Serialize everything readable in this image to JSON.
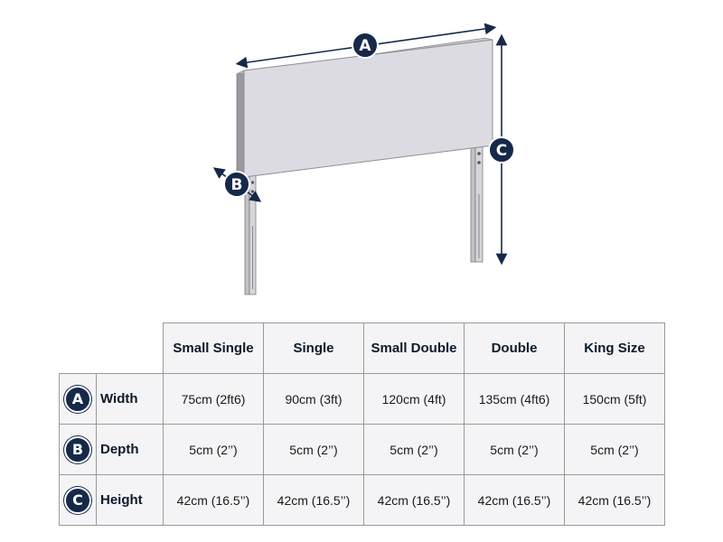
{
  "diagram": {
    "labels": {
      "a": "A",
      "b": "B",
      "c": "C"
    },
    "colors": {
      "navy": "#16294a",
      "panel": "#dcdbe2",
      "panel_edge": "#8f8f95",
      "leg": "#b8b8bc"
    }
  },
  "table": {
    "columns": [
      "Small Single",
      "Single",
      "Small Double",
      "Double",
      "King Size"
    ],
    "rows": [
      {
        "badge": "A",
        "label": "Width",
        "values": [
          "75cm (2ft6)",
          "90cm (3ft)",
          "120cm (4ft)",
          "135cm (4ft6)",
          "150cm (5ft)"
        ]
      },
      {
        "badge": "B",
        "label": "Depth",
        "values": [
          "5cm (2’’)",
          "5cm (2’’)",
          "5cm (2’’)",
          "5cm (2’’)",
          "5cm (2’’)"
        ]
      },
      {
        "badge": "C",
        "label": "Height",
        "values": [
          "42cm (16.5’’)",
          "42cm (16.5’’)",
          "42cm (16.5’’)",
          "42cm (16.5’’)",
          "42cm (16.5’’)"
        ]
      }
    ]
  }
}
